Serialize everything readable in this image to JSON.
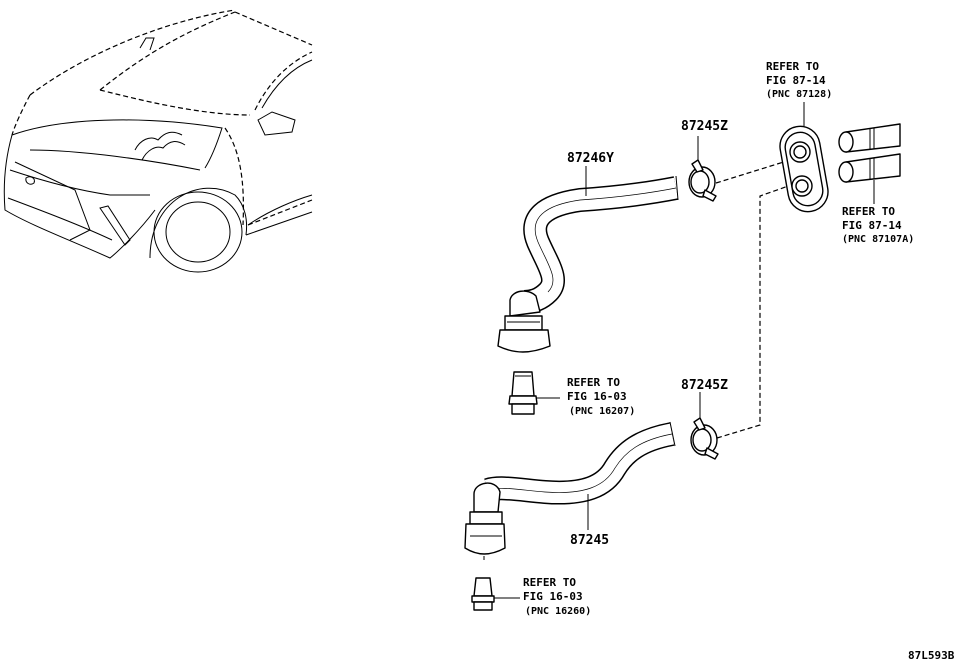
{
  "labels": {
    "p87246y": "87246Y",
    "p87245z_top": "87245Z",
    "p87245z_bottom": "87245Z",
    "p87245": "87245",
    "diagram_code": "87L593B"
  },
  "refs": {
    "grommet": {
      "line1": "REFER TO",
      "line2": "FIG 87-14",
      "line3": "(PNC 87128)"
    },
    "pipes": {
      "line1": "REFER TO",
      "line2": "FIG 87-14",
      "line3": "(PNC 87107A)"
    },
    "upper_fitting": {
      "line1": "REFER TO",
      "line2": "FIG 16-03",
      "line3": "(PNC 16207)"
    },
    "lower_fitting": {
      "line1": "REFER TO",
      "line2": "FIG 16-03",
      "line3": "(PNC 16260)"
    }
  }
}
